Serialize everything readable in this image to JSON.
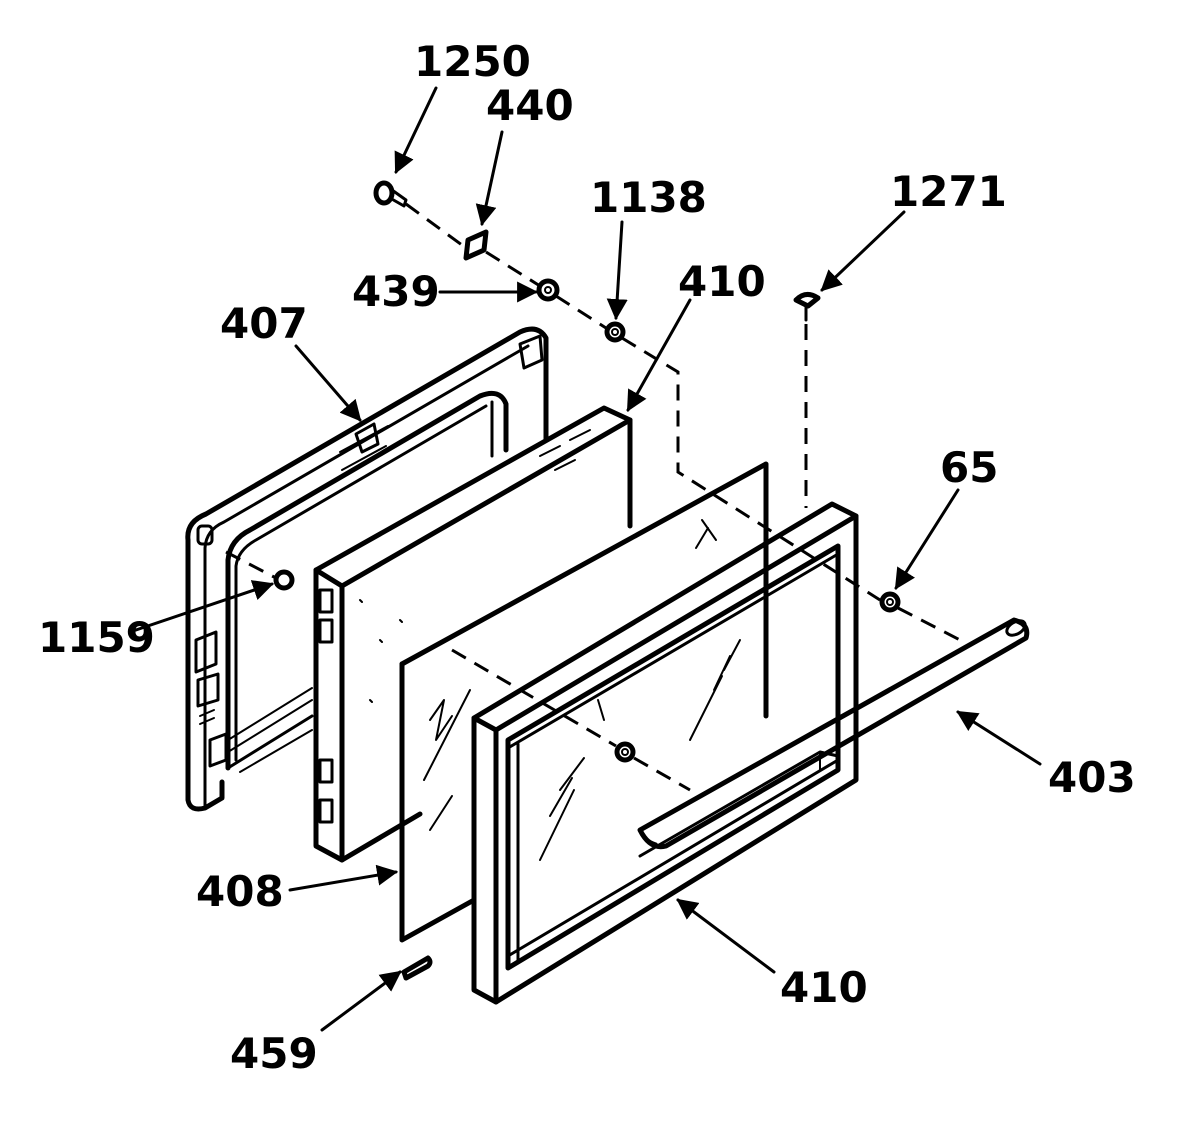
{
  "labels": {
    "p1250": "1250",
    "p440": "440",
    "p1138": "1138",
    "p1271": "1271",
    "p439": "439",
    "p410_top": "410",
    "p407": "407",
    "p65": "65",
    "p1159": "1159",
    "p403": "403",
    "p408": "408",
    "p410_bottom": "410",
    "p459": "459"
  }
}
